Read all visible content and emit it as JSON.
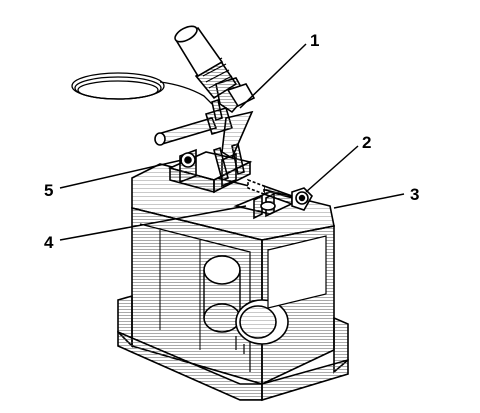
{
  "figure": {
    "callouts": [
      {
        "id": "callout-1",
        "label": "1"
      },
      {
        "id": "callout-2",
        "label": "2"
      },
      {
        "id": "callout-3",
        "label": "3"
      },
      {
        "id": "callout-4",
        "label": "4"
      },
      {
        "id": "callout-5",
        "label": "5"
      }
    ],
    "colors": {
      "line": "#000000",
      "hatch": "#555555",
      "background": "#ffffff"
    }
  }
}
